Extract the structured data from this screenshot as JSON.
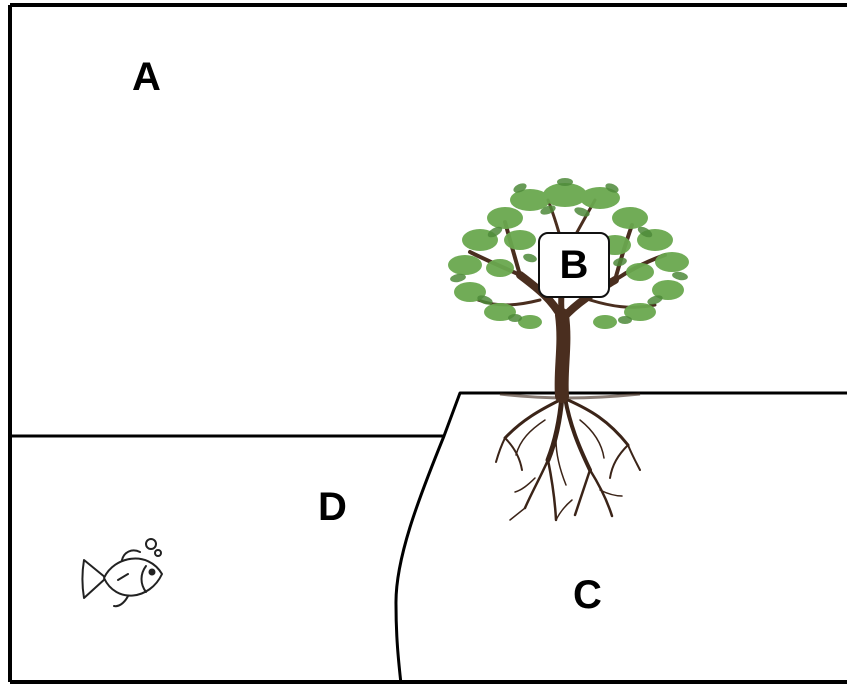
{
  "diagram": {
    "labels": {
      "a": "A",
      "b": "B",
      "c": "C",
      "d": "D"
    },
    "illustrations": {
      "tree": "tree-with-roots-icon",
      "fish": "fish-icon"
    },
    "colors": {
      "lines": "#000000",
      "leaves": "#6aa84f",
      "leaves_dark": "#4e8a3a",
      "trunk": "#4a2e1f",
      "roots": "#3b2418",
      "background": "#ffffff"
    }
  }
}
